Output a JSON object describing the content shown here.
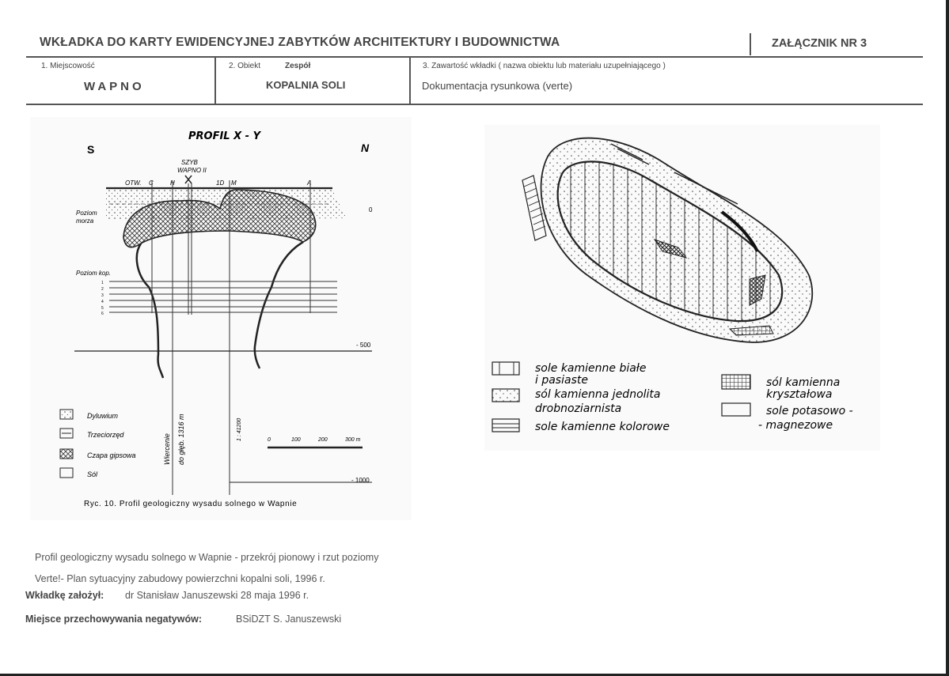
{
  "header": {
    "title": "WKŁADKA DO KARTY EWIDENCYJNEJ ZABYTKÓW ARCHITEKTURY I BUDOWNICTWA",
    "attachment": "ZAŁĄCZNIK NR 3"
  },
  "fields": {
    "place_label": "1. Miejscowość",
    "place_value": "WAPNO",
    "object_label": "2. Obiekt",
    "object_label2": "Zespół",
    "object_value": "KOPALNIA SOLI",
    "content_label": "3. Zawartość wkładki ( nazwa obiektu lub materiału uzupełniającego )",
    "content_value": "Dokumentacja rysunkowa (verte)"
  },
  "profile": {
    "title": "PROFIL  X - Y",
    "south": "S",
    "north": "N",
    "shaft": "SZYB",
    "shaft2": "WAPNO II",
    "top_labels": [
      "OTW.",
      "C",
      "H",
      "1D",
      "M",
      "A"
    ],
    "sea_level": "Poziom",
    "sea_level2": "morza",
    "zero": "0",
    "mining_level": "Poziom kop.",
    "level_nums": [
      "1",
      "2",
      "3",
      "4",
      "5",
      "6"
    ],
    "depth500": "- 500",
    "depth1000": "- 1000",
    "drill": "Wiercenie",
    "drill2": "do głęb. 1316 m",
    "scale_ratio": "1 : 41200",
    "scale_ticks": [
      "0",
      "100",
      "200",
      "300 m"
    ],
    "legend": [
      "Dyluwium",
      "Trzeciorzęd",
      "Czapa gipsowa",
      "Sól"
    ],
    "caption": "Ryc. 10. Profil geologiczny wysadu solnego w Wapnie"
  },
  "plan_legend": {
    "white": "sole kamienne białe",
    "white2": "i pasiaste",
    "fine": "sól kamienna jednolita",
    "fine2": "drobnoziarnista",
    "colored": "sole kamienne kolorowe",
    "crystal": "sól kamienna",
    "crystal2": "kryształowa",
    "potash": "sole potasowo -",
    "potash2": "- magnezowe"
  },
  "footer": {
    "line1": "Profil geologiczny wysadu solnego w Wapnie - przekrój pionowy i rzut poziomy",
    "line2": "Verte!- Plan sytuacyjny zabudowy powierzchni kopalni soli, 1996 r.",
    "founder_label": "Wkładkę założył:",
    "founder_value": "dr Stanisław Januszewski 28 maja 1996 r.",
    "negatives_label": "Miejsce przechowywania negatywów:",
    "negatives_value": "BSiDZT S. Januszewski"
  }
}
